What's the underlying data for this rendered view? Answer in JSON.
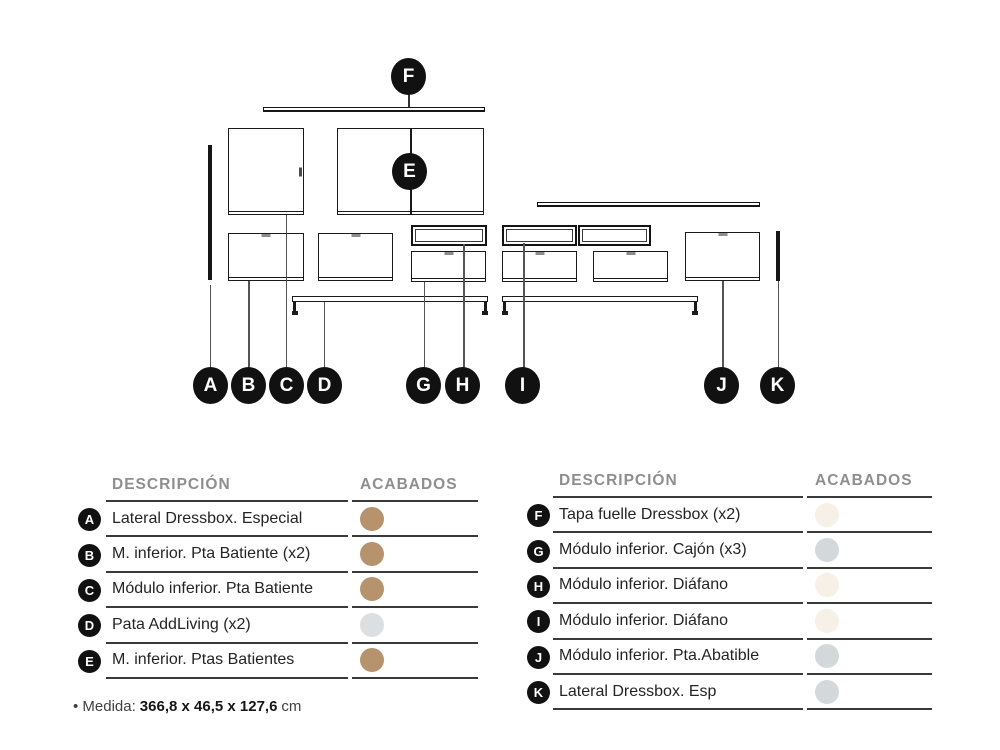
{
  "diagram": {
    "callouts": {
      "f": "F",
      "e": "E",
      "row": [
        "A",
        "B",
        "C",
        "D",
        "G",
        "H",
        "I",
        "J",
        "K"
      ]
    }
  },
  "left_table": {
    "header": {
      "description": "DESCRIPCIÓN",
      "finishes": "ACABADOS"
    },
    "rows": [
      {
        "letter": "A",
        "description": "Lateral Dressbox. Especial",
        "finish_color": "#b6926d"
      },
      {
        "letter": "B",
        "description": "M. inferior. Pta Batiente (x2)",
        "finish_color": "#b6926d"
      },
      {
        "letter": "C",
        "description": "Módulo inferior. Pta Batiente",
        "finish_color": "#b6926d"
      },
      {
        "letter": "D",
        "description": "Pata AddLiving (x2)",
        "finish_color": "#dcdfe1"
      },
      {
        "letter": "E",
        "description": "M. inferior. Ptas Batientes",
        "finish_color": "#b6926d"
      }
    ]
  },
  "right_table": {
    "header": {
      "description": "DESCRIPCIÓN",
      "finishes": "ACABADOS"
    },
    "rows": [
      {
        "letter": "F",
        "description": "Tapa fuelle Dressbox (x2)",
        "finish_color": "#f7f0e6"
      },
      {
        "letter": "G",
        "description": "Módulo inferior. Cajón (x3)",
        "finish_color": "#d3d8da"
      },
      {
        "letter": "H",
        "description": "Módulo inferior. Diáfano",
        "finish_color": "#f7f0e6"
      },
      {
        "letter": "I",
        "description": "Módulo inferior. Diáfano",
        "finish_color": "#f7f0e6"
      },
      {
        "letter": "J",
        "description": "Módulo inferior. Pta.Abatible",
        "finish_color": "#d3d8da"
      },
      {
        "letter": "K",
        "description": "Lateral Dressbox. Esp",
        "finish_color": "#d3d8da"
      }
    ]
  },
  "footer": {
    "measure_prefix": "• Medida:",
    "measure_value": "366,8 x 46,5 x 127,6",
    "measure_unit": "cm"
  }
}
